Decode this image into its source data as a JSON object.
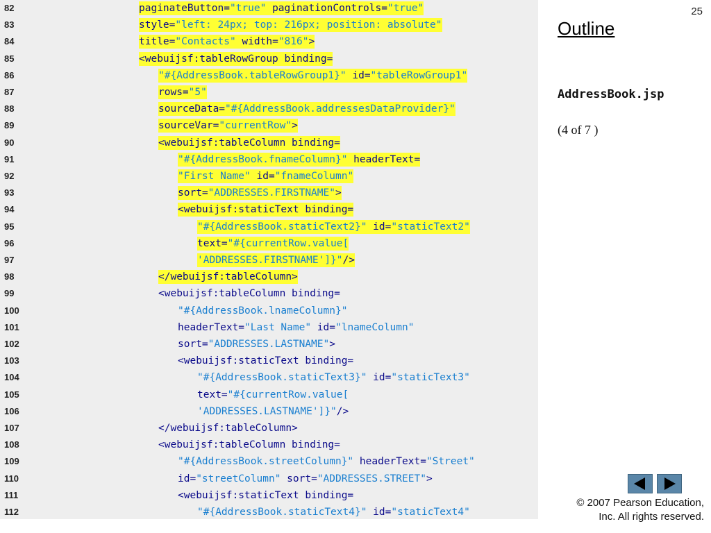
{
  "slide_number": "25",
  "outline_title": "Outline",
  "file_name": "AddressBook.jsp",
  "page_indicator": "(4 of 7 )",
  "copyright": [
    "© 2007 Pearson Education,",
    "Inc.  All rights reserved."
  ],
  "nav": {
    "prev_icon": "left-arrow-icon",
    "next_icon": "right-arrow-icon"
  },
  "colors": {
    "highlight": "#ffff33",
    "keyword": "#0a0a8a",
    "string": "#1a7fd0",
    "panel": "#eeeeee"
  },
  "code_lines": [
    {
      "num": "82",
      "indent": 0,
      "hl": true,
      "tokens": [
        [
          "k",
          "paginateButton="
        ],
        [
          "s",
          "\"true\""
        ],
        [
          "k",
          " paginationControls="
        ],
        [
          "s",
          "\"true\""
        ]
      ]
    },
    {
      "num": "83",
      "indent": 0,
      "hl": true,
      "tokens": [
        [
          "k",
          "style="
        ],
        [
          "s",
          "\"left: 24px; top: 216px; position: absolute\""
        ]
      ]
    },
    {
      "num": "84",
      "indent": 0,
      "hl": true,
      "tokens": [
        [
          "k",
          "title="
        ],
        [
          "s",
          "\"Contacts\""
        ],
        [
          "k",
          " width="
        ],
        [
          "s",
          "\"816\""
        ],
        [
          "k",
          ">"
        ]
      ]
    },
    {
      "num": "85",
      "indent": 0,
      "hl": true,
      "tokens": [
        [
          "k",
          "<webuijsf:tableRowGroup binding="
        ]
      ]
    },
    {
      "num": "86",
      "indent": 1,
      "hl": true,
      "tokens": [
        [
          "s",
          "\"#{AddressBook.tableRowGroup1}\""
        ],
        [
          "k",
          " id="
        ],
        [
          "s",
          "\"tableRowGroup1\""
        ]
      ]
    },
    {
      "num": "87",
      "indent": 1,
      "hl": true,
      "tokens": [
        [
          "k",
          "rows="
        ],
        [
          "s",
          "\"5\""
        ]
      ]
    },
    {
      "num": "88",
      "indent": 1,
      "hl": true,
      "tokens": [
        [
          "k",
          "sourceData="
        ],
        [
          "s",
          "\"#{AddressBook.addressesDataProvider}\""
        ]
      ]
    },
    {
      "num": "89",
      "indent": 1,
      "hl": true,
      "tokens": [
        [
          "k",
          "sourceVar="
        ],
        [
          "s",
          "\"currentRow\""
        ],
        [
          "k",
          ">"
        ]
      ]
    },
    {
      "num": "90",
      "indent": 1,
      "hl": true,
      "tokens": [
        [
          "k",
          "<webuijsf:tableColumn binding="
        ]
      ]
    },
    {
      "num": "91",
      "indent": 2,
      "hl": true,
      "tokens": [
        [
          "s",
          "\"#{AddressBook.fnameColumn}\""
        ],
        [
          "k",
          " headerText="
        ]
      ]
    },
    {
      "num": "92",
      "indent": 2,
      "hl": true,
      "tokens": [
        [
          "s",
          "\"First Name\""
        ],
        [
          "k",
          " id="
        ],
        [
          "s",
          "\"fnameColumn\""
        ]
      ]
    },
    {
      "num": "93",
      "indent": 2,
      "hl": true,
      "tokens": [
        [
          "k",
          "sort="
        ],
        [
          "s",
          "\"ADDRESSES.FIRSTNAME\""
        ],
        [
          "k",
          ">"
        ]
      ]
    },
    {
      "num": "94",
      "indent": 2,
      "hl": true,
      "tokens": [
        [
          "k",
          "<webuijsf:staticText binding="
        ]
      ]
    },
    {
      "num": "95",
      "indent": 3,
      "hl": true,
      "tokens": [
        [
          "s",
          "\"#{AddressBook.staticText2}\""
        ],
        [
          "k",
          " id="
        ],
        [
          "s",
          "\"staticText2\""
        ]
      ]
    },
    {
      "num": "96",
      "indent": 3,
      "hl": true,
      "tokens": [
        [
          "k",
          "text="
        ],
        [
          "s",
          "\"#{currentRow.value["
        ]
      ]
    },
    {
      "num": "97",
      "indent": 3,
      "hl": true,
      "tokens": [
        [
          "s",
          "'ADDRESSES.FIRSTNAME']}\""
        ],
        [
          "k",
          "/>"
        ]
      ]
    },
    {
      "num": "98",
      "indent": 1,
      "hl": true,
      "tokens": [
        [
          "k",
          "</webuijsf:tableColumn>"
        ]
      ]
    },
    {
      "num": "99",
      "indent": 1,
      "hl": false,
      "tokens": [
        [
          "k",
          "<webuijsf:tableColumn binding="
        ]
      ]
    },
    {
      "num": "100",
      "indent": 2,
      "hl": false,
      "tokens": [
        [
          "s",
          "\"#{AddressBook.lnameColumn}\""
        ]
      ]
    },
    {
      "num": "101",
      "indent": 2,
      "hl": false,
      "tokens": [
        [
          "k",
          "headerText="
        ],
        [
          "s",
          "\"Last Name\""
        ],
        [
          "k",
          " id="
        ],
        [
          "s",
          "\"lnameColumn\""
        ]
      ]
    },
    {
      "num": "102",
      "indent": 2,
      "hl": false,
      "tokens": [
        [
          "k",
          "sort="
        ],
        [
          "s",
          "\"ADDRESSES.LASTNAME\""
        ],
        [
          "k",
          ">"
        ]
      ]
    },
    {
      "num": "103",
      "indent": 2,
      "hl": false,
      "tokens": [
        [
          "k",
          "<webuijsf:staticText binding="
        ]
      ]
    },
    {
      "num": "104",
      "indent": 3,
      "hl": false,
      "tokens": [
        [
          "s",
          "\"#{AddressBook.staticText3}\""
        ],
        [
          "k",
          " id="
        ],
        [
          "s",
          "\"staticText3\""
        ]
      ]
    },
    {
      "num": "105",
      "indent": 3,
      "hl": false,
      "tokens": [
        [
          "k",
          "text="
        ],
        [
          "s",
          "\"#{currentRow.value["
        ]
      ]
    },
    {
      "num": "106",
      "indent": 3,
      "hl": false,
      "tokens": [
        [
          "s",
          "'ADDRESSES.LASTNAME']}\""
        ],
        [
          "k",
          "/>"
        ]
      ]
    },
    {
      "num": "107",
      "indent": 1,
      "hl": false,
      "tokens": [
        [
          "k",
          "</webuijsf:tableColumn>"
        ]
      ]
    },
    {
      "num": "108",
      "indent": 1,
      "hl": false,
      "tokens": [
        [
          "k",
          "<webuijsf:tableColumn binding="
        ]
      ]
    },
    {
      "num": "109",
      "indent": 2,
      "hl": false,
      "tokens": [
        [
          "s",
          "\"#{AddressBook.streetColumn}\""
        ],
        [
          "k",
          " headerText="
        ],
        [
          "s",
          "\"Street\""
        ]
      ]
    },
    {
      "num": "110",
      "indent": 2,
      "hl": false,
      "tokens": [
        [
          "k",
          "id="
        ],
        [
          "s",
          "\"streetColumn\""
        ],
        [
          "k",
          " sort="
        ],
        [
          "s",
          "\"ADDRESSES.STREET\""
        ],
        [
          "k",
          ">"
        ]
      ]
    },
    {
      "num": "111",
      "indent": 2,
      "hl": false,
      "tokens": [
        [
          "k",
          "<webuijsf:staticText binding="
        ]
      ]
    },
    {
      "num": "112",
      "indent": 3,
      "hl": false,
      "tokens": [
        [
          "s",
          "\"#{AddressBook.staticText4}\""
        ],
        [
          "k",
          " id="
        ],
        [
          "s",
          "\"staticText4\""
        ]
      ]
    }
  ]
}
